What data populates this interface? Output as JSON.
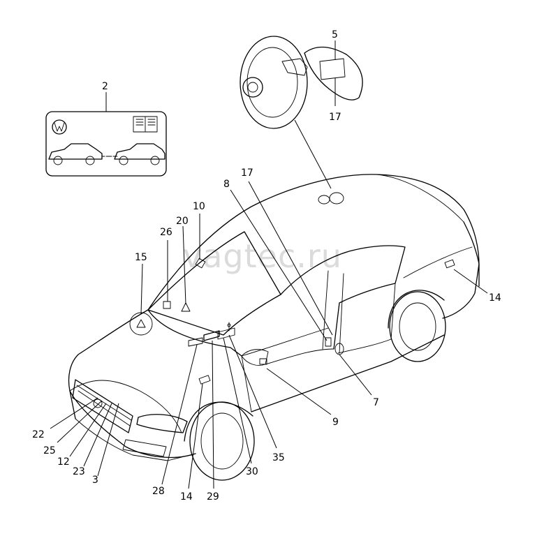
{
  "watermark": "vagtec.ru",
  "labels": {
    "l2": "2",
    "l5": "5",
    "l17a": "17",
    "l17b": "17",
    "l8": "8",
    "l10": "10",
    "l26": "26",
    "l20": "20",
    "l15": "15",
    "l14a": "14",
    "l7": "7",
    "l9": "9",
    "l22": "22",
    "l25": "25",
    "l12": "12",
    "l23": "23",
    "l3": "3",
    "l28": "28",
    "l14b": "14",
    "l29": "29",
    "l30": "30",
    "l35": "35"
  }
}
